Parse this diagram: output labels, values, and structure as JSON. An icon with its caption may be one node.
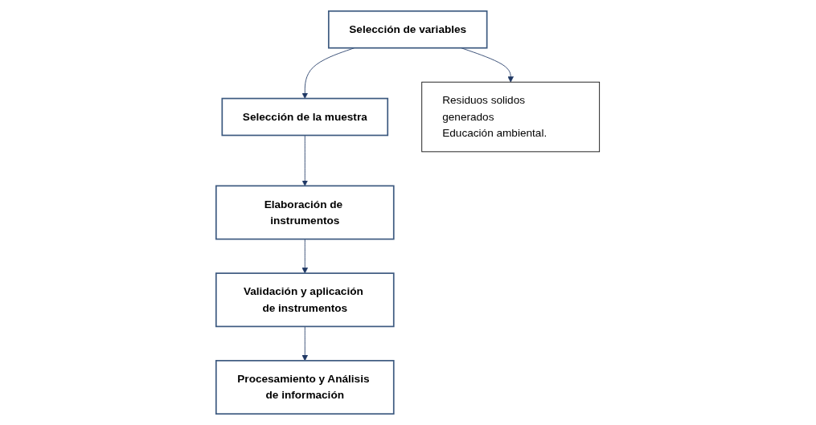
{
  "diagram": {
    "nodes": [
      {
        "text": [
          "Selección de variables"
        ]
      },
      {
        "text": [
          "Selección de la muestra"
        ]
      },
      {
        "text": [
          "Elaboración de instrumentos"
        ]
      },
      {
        "text": [
          "Validación y aplicación de instrumentos"
        ]
      },
      {
        "text": [
          "Procesamiento y Análisis de información"
        ]
      },
      {
        "text": [
          "Residuos solidos generados",
          "Educación ambiental."
        ]
      }
    ],
    "edges": [
      {
        "from": 0,
        "to": 1,
        "arrow": "to"
      },
      {
        "from": 1,
        "to": 2,
        "arrow": "to"
      },
      {
        "from": 2,
        "to": 3,
        "arrow": "to"
      },
      {
        "from": 3,
        "to": 4,
        "arrow": "to"
      },
      {
        "from": 0,
        "to": 5,
        "arrow": "to"
      }
    ]
  }
}
